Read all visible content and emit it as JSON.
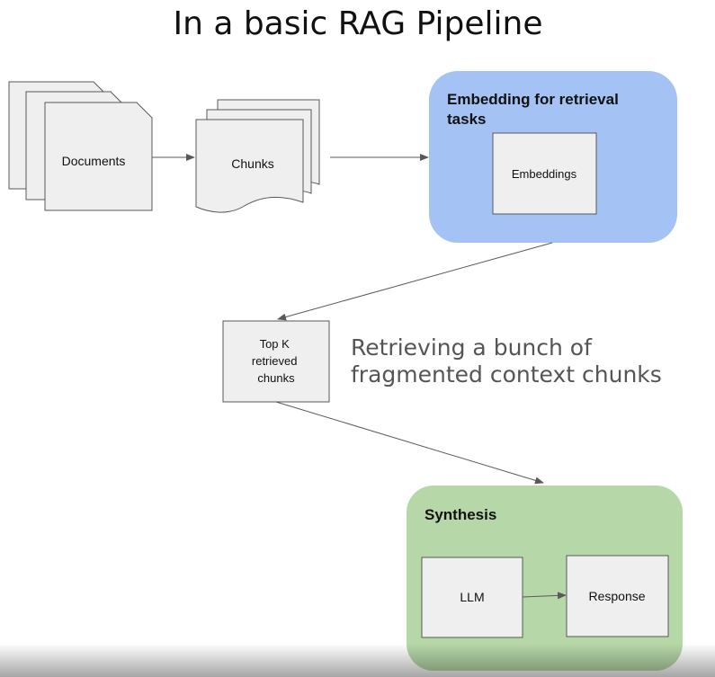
{
  "title": "In a basic RAG Pipeline",
  "nodes": {
    "documents": "Documents",
    "chunks": "Chunks",
    "embedding_group": {
      "line1": "Embedding for retrieval",
      "line2": "tasks"
    },
    "embeddings": "Embeddings",
    "top_k": {
      "line1": "Top K",
      "line2": "retrieved",
      "line3": "chunks"
    },
    "synthesis_group": "Synthesis",
    "llm": "LLM",
    "response": "Response"
  },
  "annotation": {
    "line1": "Retrieving a bunch of",
    "line2": "fragmented context chunks"
  },
  "colors": {
    "embedding_group_fill": "#a4c2f4",
    "synthesis_group_fill": "#b6d7a8",
    "box_fill": "#efefef",
    "box_stroke": "#595959",
    "arrow": "#595959"
  }
}
